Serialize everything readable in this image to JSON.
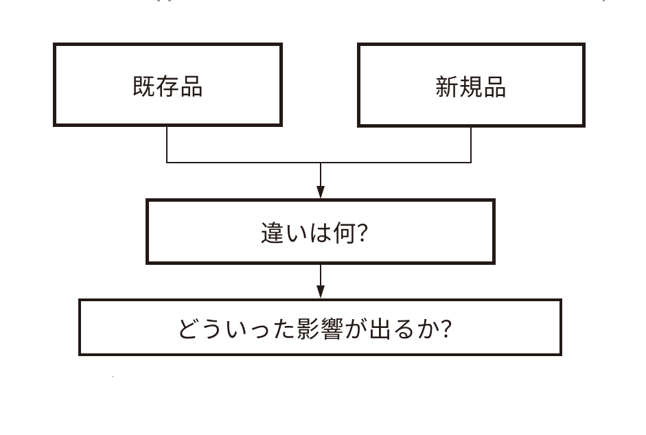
{
  "diagram": {
    "type": "flowchart",
    "background_color": "#ffffff",
    "ink_color": "#231916",
    "nodes": [
      {
        "id": "existing-product",
        "label": "既存品"
      },
      {
        "id": "new-product",
        "label": "新規品"
      },
      {
        "id": "difference",
        "label": "違いは何？"
      },
      {
        "id": "impact",
        "label": "どういった影響が出るか？"
      }
    ],
    "connections": [
      {
        "from": "existing-product",
        "to": "difference",
        "style": "merge-arrow-down"
      },
      {
        "from": "new-product",
        "to": "difference",
        "style": "merge-arrow-down"
      },
      {
        "from": "difference",
        "to": "impact",
        "style": "arrow-down"
      }
    ]
  }
}
